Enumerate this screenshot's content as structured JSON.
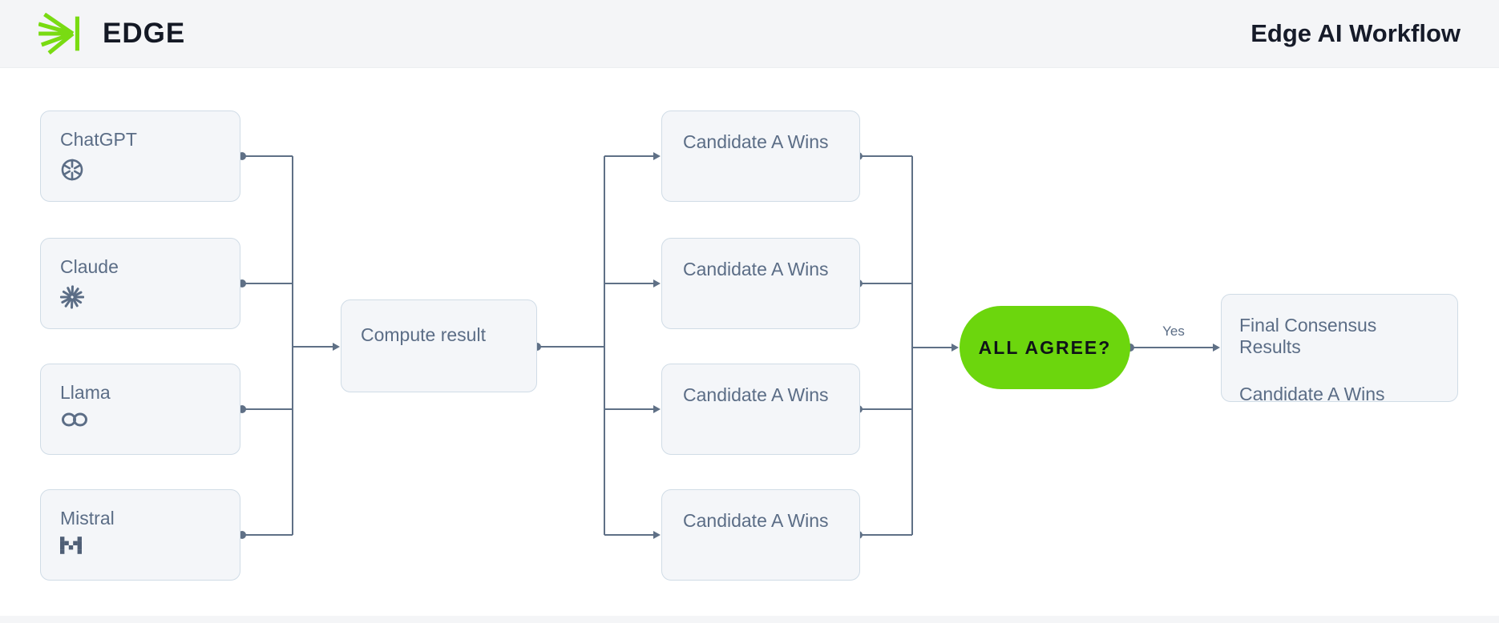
{
  "header": {
    "brand": "EDGE",
    "title": "Edge AI Workflow"
  },
  "colors": {
    "accent_green_logo": "#79db12",
    "accent_green_pill": "#6cd60d",
    "node_background": "#f4f6f9",
    "node_border": "#d0dce6",
    "node_text": "#5b6d86",
    "connector": "#5f7086",
    "header_background": "#f4f5f7",
    "dark_text": "#141925"
  },
  "models": [
    {
      "label": "ChatGPT",
      "icon": "openai-icon"
    },
    {
      "label": "Claude",
      "icon": "claude-icon"
    },
    {
      "label": "Llama",
      "icon": "meta-icon"
    },
    {
      "label": "Mistral",
      "icon": "mistral-icon"
    }
  ],
  "compute": {
    "label": "Compute result"
  },
  "candidates": [
    {
      "label": "Candidate A Wins"
    },
    {
      "label": "Candidate A Wins"
    },
    {
      "label": "Candidate A Wins"
    },
    {
      "label": "Candidate A Wins"
    }
  ],
  "decision": {
    "label": "ALL AGREE?"
  },
  "edge_labels": {
    "yes": "Yes"
  },
  "final": {
    "title": "Final Consensus Results",
    "result": "Candidate A Wins"
  }
}
